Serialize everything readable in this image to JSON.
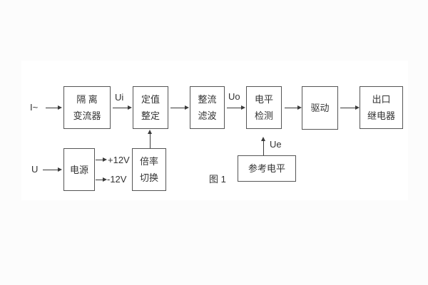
{
  "figure": {
    "caption": "图 1",
    "inputs": {
      "current": "I~",
      "voltage": "U"
    },
    "signals": {
      "ui": "Ui",
      "uo": "Uo",
      "ue": "Ue",
      "plus_12v": "+12V",
      "minus_12v": "-12V"
    },
    "blocks": {
      "isolation_transformer": {
        "line1": "隔 离",
        "line2": "变流器"
      },
      "setting_adjust": {
        "line1": "定值",
        "line2": "整定"
      },
      "rectify_filter": {
        "line1": "整流",
        "line2": "滤波"
      },
      "level_detect": {
        "line1": "电平",
        "line2": "检测"
      },
      "drive": {
        "label": "驱动"
      },
      "outlet_relay": {
        "line1": "出口",
        "line2": "继电器"
      },
      "power_supply": {
        "label": "电源"
      },
      "ratio_switch": {
        "line1": "倍率",
        "line2": "切换"
      },
      "reference_level": {
        "label": "参考电平"
      }
    },
    "colors": {
      "background": "#fcfcfc",
      "panel": "#ffffff",
      "box_border": "#555555",
      "line": "#3a3a3a",
      "text": "#333333"
    }
  }
}
